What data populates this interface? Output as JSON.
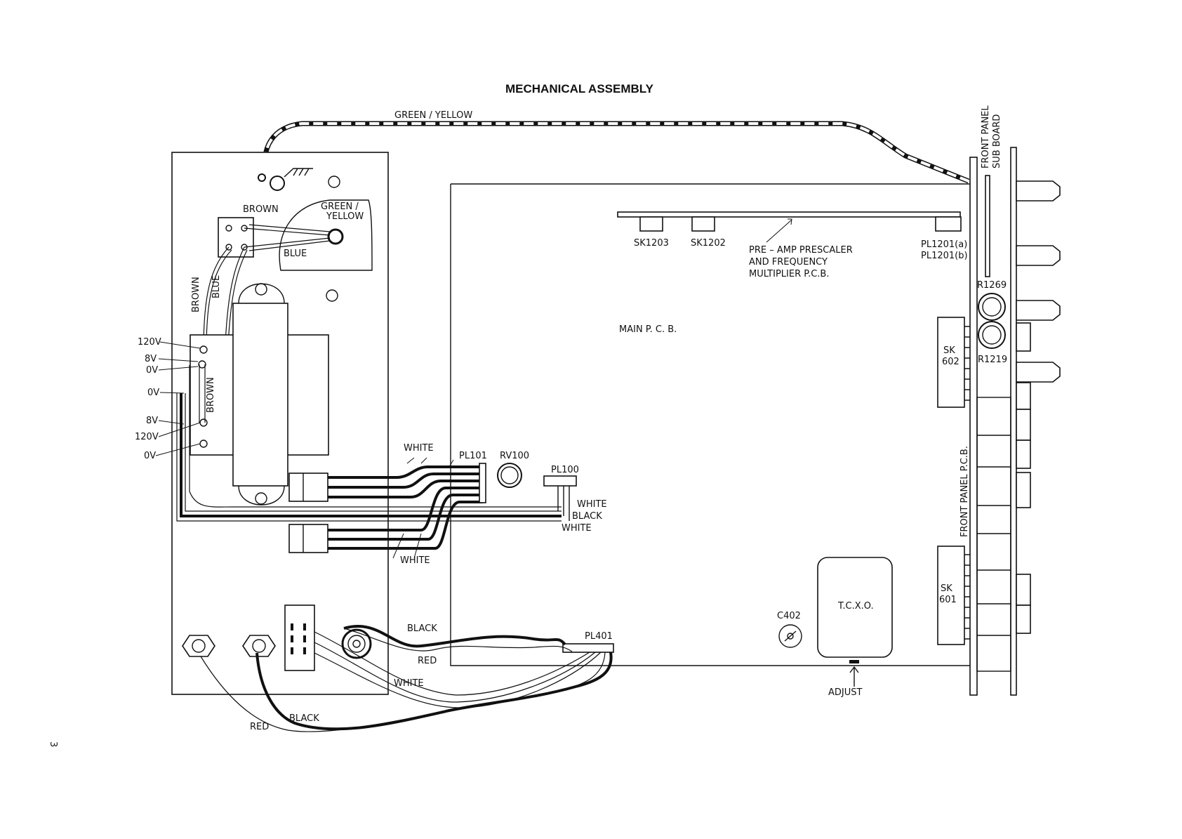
{
  "title": "MECHANICAL ASSEMBLY",
  "page_number": "3",
  "labels": {
    "green_yellow_top": "GREEN / YELLOW",
    "front_panel_sub_board": "FRONT PANEL",
    "front_panel_sub_board_2": "SUB BOARD",
    "brown_top": "BROWN",
    "green_yellow_earth_1": "GREEN /",
    "green_yellow_earth_2": "YELLOW",
    "blue_h": "BLUE",
    "brown_v": "BROWN",
    "blue_v": "BLUE",
    "brown_v2": "BROWN",
    "sk1203": "SK1203",
    "sk1202": "SK1202",
    "preamp_1": "PRE – AMP PRESCALER",
    "preamp_2": "AND  FREQUENCY",
    "preamp_3": "MULTIPLIER P.C.B.",
    "pl1201a": "PL1201(a)",
    "pl1201b": "PL1201(b)",
    "r1269": "R1269",
    "r1219": "R1219",
    "main_pcb": "MAIN  P. C. B.",
    "sk602_a": "SK",
    "sk602_b": "602",
    "sk601_a": "SK",
    "sk601_b": "601",
    "front_panel_pcb": "FRONT PANEL P.C.B.",
    "v120_a": "120V",
    "v8_a": "8V",
    "v0_a": "0V",
    "v0_b": "0V",
    "v8_b": "8V",
    "v120_b": "120V",
    "v0_c": "0V",
    "white_1": "WHITE",
    "pl101": "PL101",
    "rv100": "RV100",
    "pl100": "PL100",
    "white_2": "WHITE",
    "black_1": "BLACK",
    "white_3": "WHITE",
    "white_4": "WHITE",
    "tcxo": "T.C.X.O.",
    "c402": "C402",
    "adjust": "ADJUST",
    "black_2": "BLACK",
    "red_1": "RED",
    "pl401": "PL401",
    "white_5": "WHITE",
    "red_2": "RED",
    "black_3": "BLACK"
  }
}
